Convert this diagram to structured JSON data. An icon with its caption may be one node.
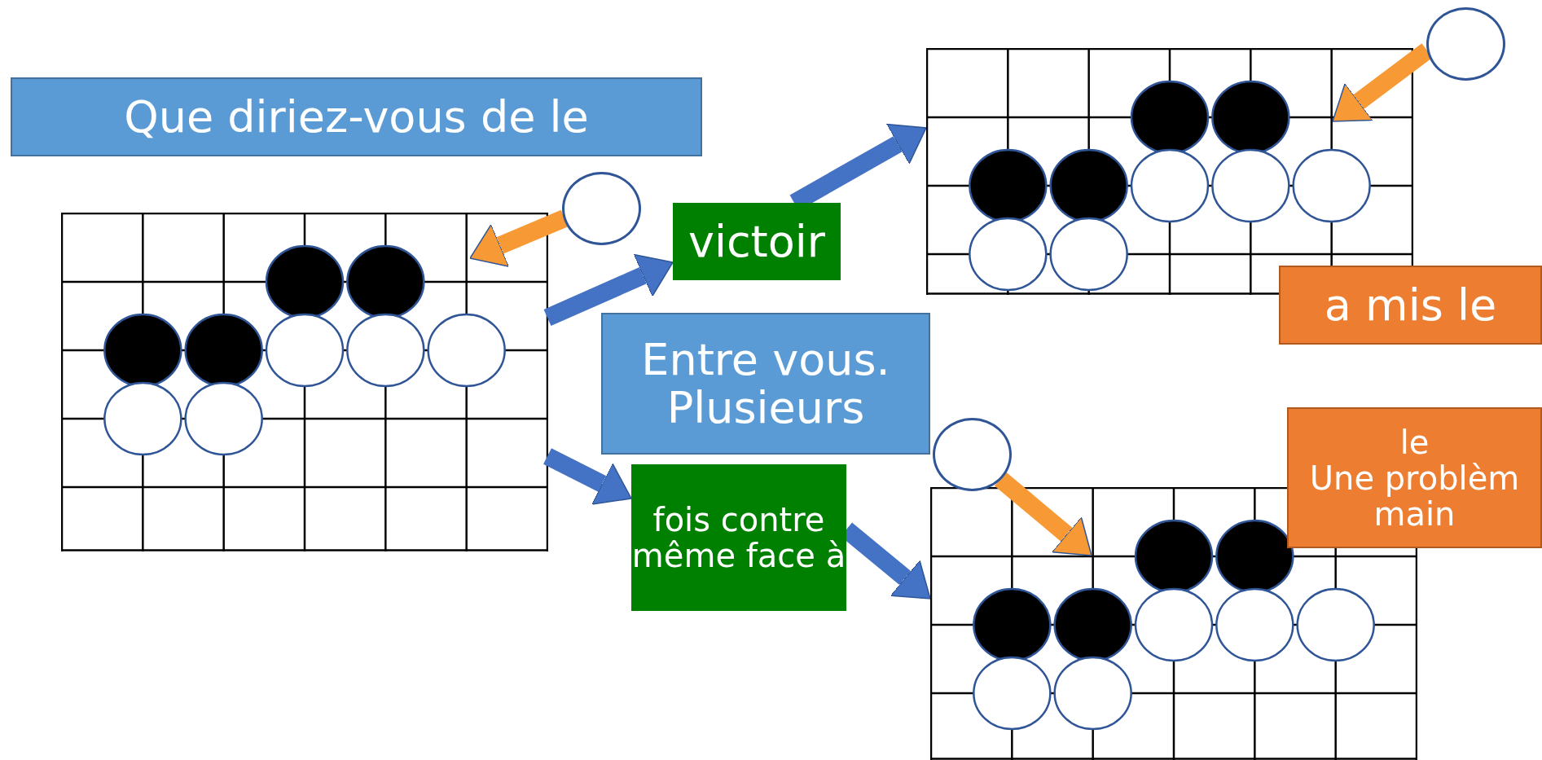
{
  "diagram": {
    "nodes": [
      {
        "text": [
          "Que diriez-vous de le"
        ]
      },
      {
        "text": [],
        "shape": "picture"
      },
      {
        "text": [],
        "shape": "circle"
      },
      {
        "text": [
          "victoir"
        ]
      },
      {
        "text": [],
        "shape": "picture"
      },
      {
        "text": [],
        "shape": "circle"
      },
      {
        "text": [
          "a mis le"
        ]
      },
      {
        "text": [
          "Entre vous. Plusieurs"
        ]
      },
      {
        "text": [
          "fois contre",
          "même face à"
        ]
      },
      {
        "text": [],
        "shape": "circle"
      },
      {
        "text": [],
        "shape": "picture"
      },
      {
        "text": [
          "le",
          "Une problèm",
          "main"
        ]
      }
    ],
    "edges": [
      {
        "from": 1,
        "to": 3,
        "arrow": "to"
      },
      {
        "from": 3,
        "to": 4,
        "arrow": "to"
      },
      {
        "from": 1,
        "to": 8,
        "arrow": "to"
      },
      {
        "from": 8,
        "to": 10,
        "arrow": "to"
      },
      {
        "from": 2,
        "to": 1,
        "arrow": "to",
        "color": "#f79a35"
      },
      {
        "from": 5,
        "to": 4,
        "arrow": "to",
        "color": "#f79a35"
      },
      {
        "from": 9,
        "to": 10,
        "arrow": "to",
        "color": "#f79a35"
      }
    ]
  }
}
